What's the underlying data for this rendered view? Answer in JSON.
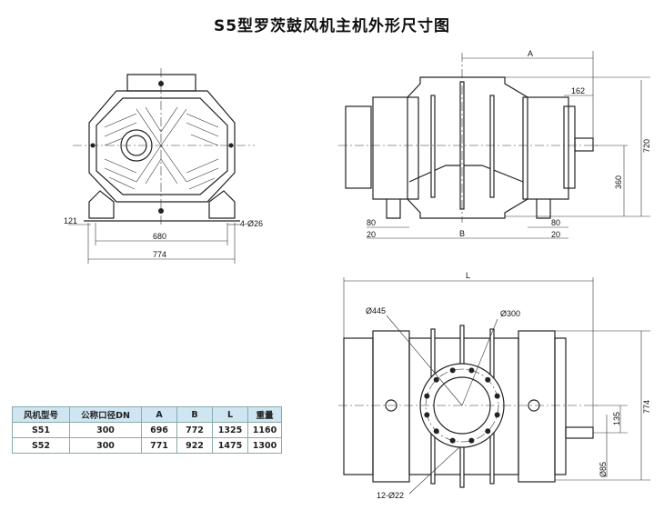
{
  "title": "S5型罗茨鼓风机主机外形尺寸图",
  "front_view": {
    "dim_121": "121",
    "dim_holes": "4-Ø26",
    "dim_680": "680",
    "dim_774": "774"
  },
  "side_view": {
    "dim_A": "A",
    "dim_162": "162",
    "dim_720": "720",
    "dim_360": "360",
    "dim_80_left": "80",
    "dim_20_left": "20",
    "dim_80_right": "80",
    "dim_20_right": "20",
    "dim_B": "B"
  },
  "top_view": {
    "dim_L": "L",
    "dim_445": "Ø445",
    "dim_300": "Ø300",
    "dim_bolts": "12-Ø22",
    "dim_135": "135",
    "dim_774": "774",
    "dim_85": "Ø85"
  },
  "table": {
    "headers": [
      "风机型号",
      "公称口径DN",
      "A",
      "B",
      "L",
      "重量"
    ],
    "rows": [
      [
        "S51",
        "300",
        "696",
        "772",
        "1325",
        "1160"
      ],
      [
        "S52",
        "300",
        "771",
        "922",
        "1475",
        "1300"
      ]
    ]
  }
}
